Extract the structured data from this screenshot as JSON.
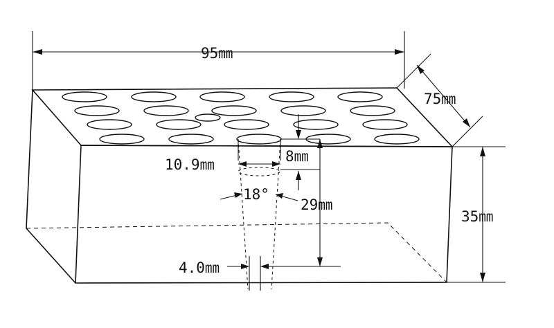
{
  "dimensions": {
    "length": "95㎜",
    "depth": "75㎜",
    "height": "35㎜",
    "hole_top_diameter": "10.9㎜",
    "hole_offset": "8㎜",
    "hole_depth": "29㎜",
    "taper_angle": "18°",
    "hole_bottom_diameter": "4.0㎜"
  },
  "rack": {
    "rows": 4,
    "holes_per_row": 5
  }
}
